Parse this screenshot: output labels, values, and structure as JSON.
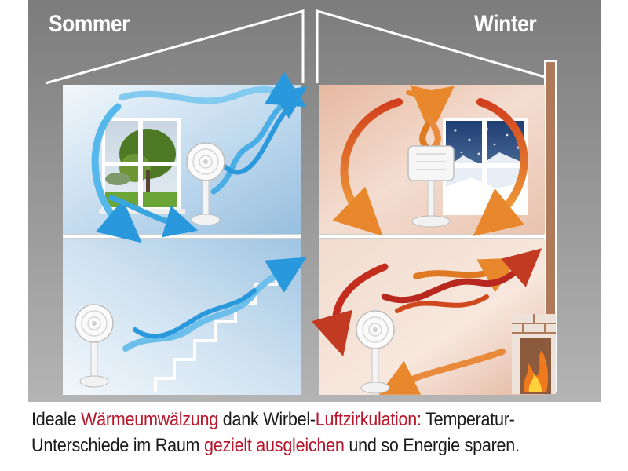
{
  "labels": {
    "summer": "Sommer",
    "winter": "Winter"
  },
  "caption": {
    "line1": {
      "p1": "Ideale ",
      "p2": "Wärmeumwälzung",
      "p3": " dank Wirbel-",
      "p4": "Luftzirkulation:",
      "p5": " Temperatur-"
    },
    "line2": {
      "p1": "Unterschiede im Raum ",
      "p2": "gezielt ausgleichen",
      "p3": " und so Energie sparen."
    }
  },
  "colors": {
    "house_frame": "#8a8a8a",
    "summer_wall": "#bcd6ea",
    "winter_wall": "#edd2c4",
    "summer_airflow": "#3aa6e0",
    "warm_airflow": "#e07a22",
    "hot_airflow": "#b8281e",
    "highlight_text": "#b8162a"
  },
  "icons": [
    "fan-icon",
    "window-icon",
    "staircase-icon",
    "fireplace-icon",
    "chimney-icon",
    "airflow-arrow-icon"
  ]
}
